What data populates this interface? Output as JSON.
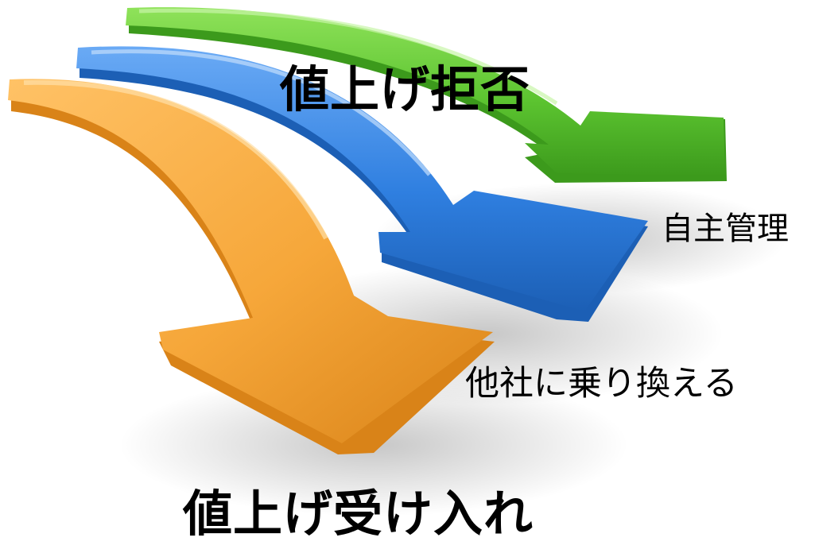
{
  "labels": {
    "title_top": "値上げ拒否",
    "self_manage": "自主管理",
    "switch_company": "他社に乗り換える",
    "title_bottom": "値上げ受け入れ"
  },
  "arrows": [
    {
      "name": "green",
      "color": "#5cc430",
      "target": "自主管理"
    },
    {
      "name": "blue",
      "color": "#2f7fe0",
      "target": "他社に乗り換える"
    },
    {
      "name": "orange",
      "color": "#f6a73a",
      "target": "値上げ受け入れ"
    }
  ]
}
